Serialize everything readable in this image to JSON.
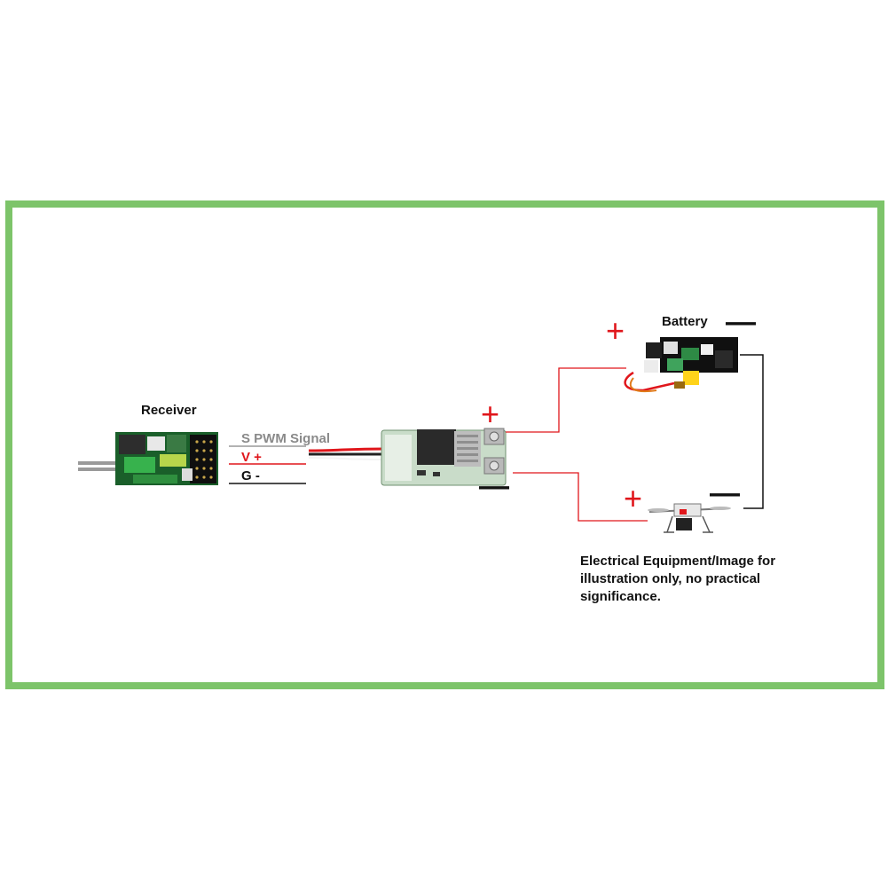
{
  "colors": {
    "frame": "#7dc46a",
    "positive": "#e0161b",
    "negative": "#111111",
    "signal": "#8a8a8a"
  },
  "labels": {
    "receiver": "Receiver",
    "battery": "Battery",
    "signal_s": "S PWM Signal",
    "signal_v": "V +",
    "signal_g": "G -",
    "plus": "+",
    "minus": "—"
  },
  "note": " Electrical Equipment/Image for\nillustration only, no practical\nsignificance."
}
